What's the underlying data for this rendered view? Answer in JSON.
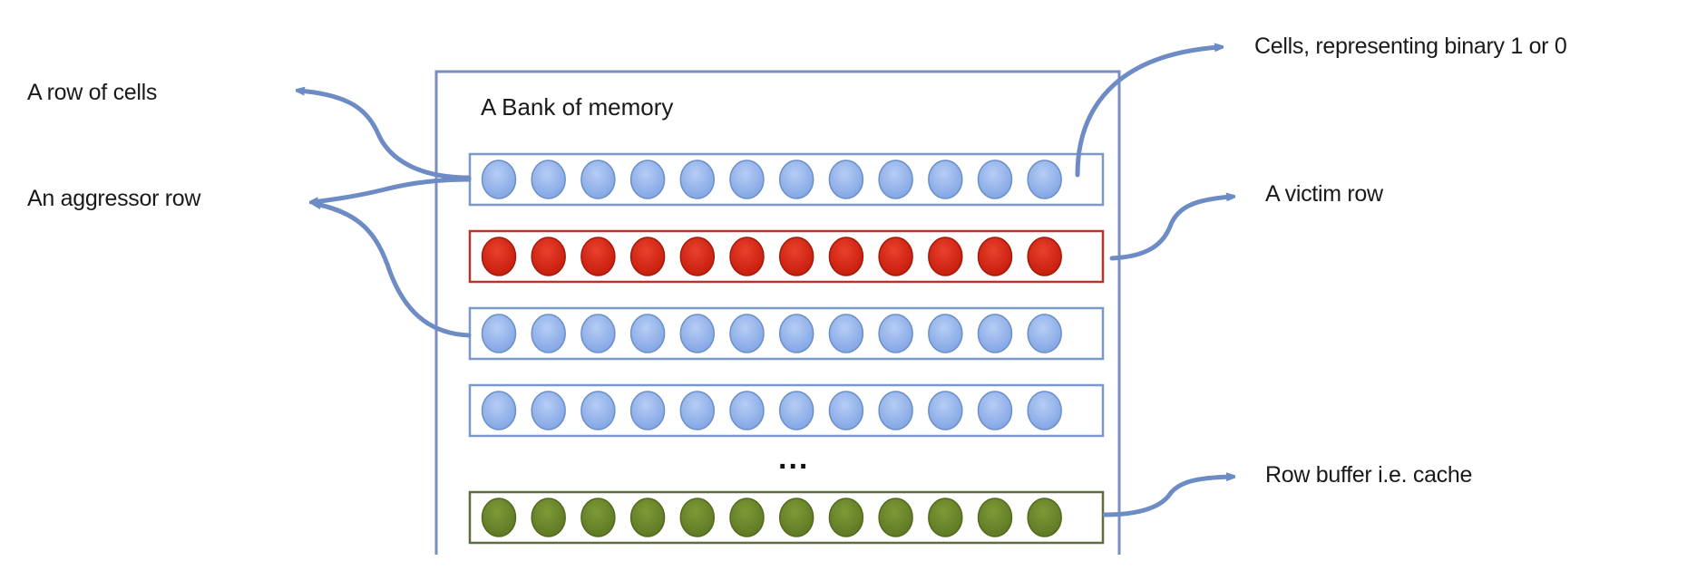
{
  "diagram": {
    "title": "A Bank of memory",
    "cells_per_row": 12,
    "ellipsis": "...",
    "rows": [
      {
        "kind": "normal",
        "fill": "#8fb1ea",
        "stroke": "#6b8fc9",
        "border": "#7b98cc"
      },
      {
        "kind": "victim",
        "fill": "#d8220f",
        "stroke": "#a31a0b",
        "border": "#b8332a"
      },
      {
        "kind": "normal",
        "fill": "#8fb1ea",
        "stroke": "#6b8fc9",
        "border": "#7b98cc"
      },
      {
        "kind": "normal",
        "fill": "#8fb1ea",
        "stroke": "#6b8fc9",
        "border": "#7b98cc"
      },
      {
        "kind": "row-buffer",
        "fill": "#6f8a2c",
        "stroke": "#536a1e",
        "border": "#5e6e3a"
      }
    ],
    "colors": {
      "bank_border": "#7a8fbf",
      "arrow": "#6d8bc4"
    },
    "labels": {
      "row_of_cells": "A row of cells",
      "aggressor_row": "An aggressor row",
      "cells_binary": "Cells, representing binary 1 or 0",
      "victim_row": "A victim row",
      "row_buffer": "Row buffer i.e. cache"
    }
  }
}
